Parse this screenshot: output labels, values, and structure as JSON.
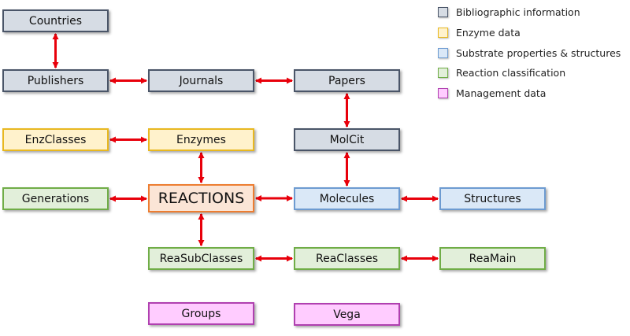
{
  "legend": [
    {
      "label": "Bibliographic information",
      "category": "biblio",
      "fill": "#d6dce4",
      "border": "#4a5568"
    },
    {
      "label": "Enzyme data",
      "category": "enzyme",
      "fill": "#fff2cc",
      "border": "#e8b820"
    },
    {
      "label": "Substrate properties & structures",
      "category": "substrate",
      "fill": "#dae8f7",
      "border": "#6d9bd1"
    },
    {
      "label": "Reaction classification",
      "category": "reaction",
      "fill": "#e2efda",
      "border": "#70ad47"
    },
    {
      "label": "Management data",
      "category": "manage",
      "fill": "#ffccff",
      "border": "#b040b0"
    }
  ],
  "nodes": {
    "countries": {
      "label": "Countries",
      "category": "biblio"
    },
    "publishers": {
      "label": "Publishers",
      "category": "biblio"
    },
    "journals": {
      "label": "Journals",
      "category": "biblio"
    },
    "papers": {
      "label": "Papers",
      "category": "biblio"
    },
    "molcit": {
      "label": "MolCit",
      "category": "biblio"
    },
    "enzclasses": {
      "label": "EnzClasses",
      "category": "enzyme"
    },
    "enzymes": {
      "label": "Enzymes",
      "category": "enzyme"
    },
    "generations": {
      "label": "Generations",
      "category": "reaction"
    },
    "reactions": {
      "label": "REACTIONS",
      "category": "main"
    },
    "molecules": {
      "label": "Molecules",
      "category": "substrate"
    },
    "structures": {
      "label": "Structures",
      "category": "substrate"
    },
    "reasubclasses": {
      "label": "ReaSubClasses",
      "category": "reaction"
    },
    "reaclasses": {
      "label": "ReaClasses",
      "category": "reaction"
    },
    "reamain": {
      "label": "ReaMain",
      "category": "reaction"
    },
    "groups": {
      "label": "Groups",
      "category": "manage"
    },
    "vega": {
      "label": "Vega",
      "category": "manage"
    }
  },
  "edges": [
    [
      "countries",
      "publishers"
    ],
    [
      "publishers",
      "journals"
    ],
    [
      "journals",
      "papers"
    ],
    [
      "papers",
      "molcit"
    ],
    [
      "molcit",
      "molecules"
    ],
    [
      "enzclasses",
      "enzymes"
    ],
    [
      "enzymes",
      "reactions"
    ],
    [
      "generations",
      "reactions"
    ],
    [
      "reactions",
      "molecules"
    ],
    [
      "molecules",
      "structures"
    ],
    [
      "reactions",
      "reasubclasses"
    ],
    [
      "reasubclasses",
      "reaclasses"
    ],
    [
      "reaclasses",
      "reamain"
    ]
  ],
  "arrow_color": "#e8000b"
}
